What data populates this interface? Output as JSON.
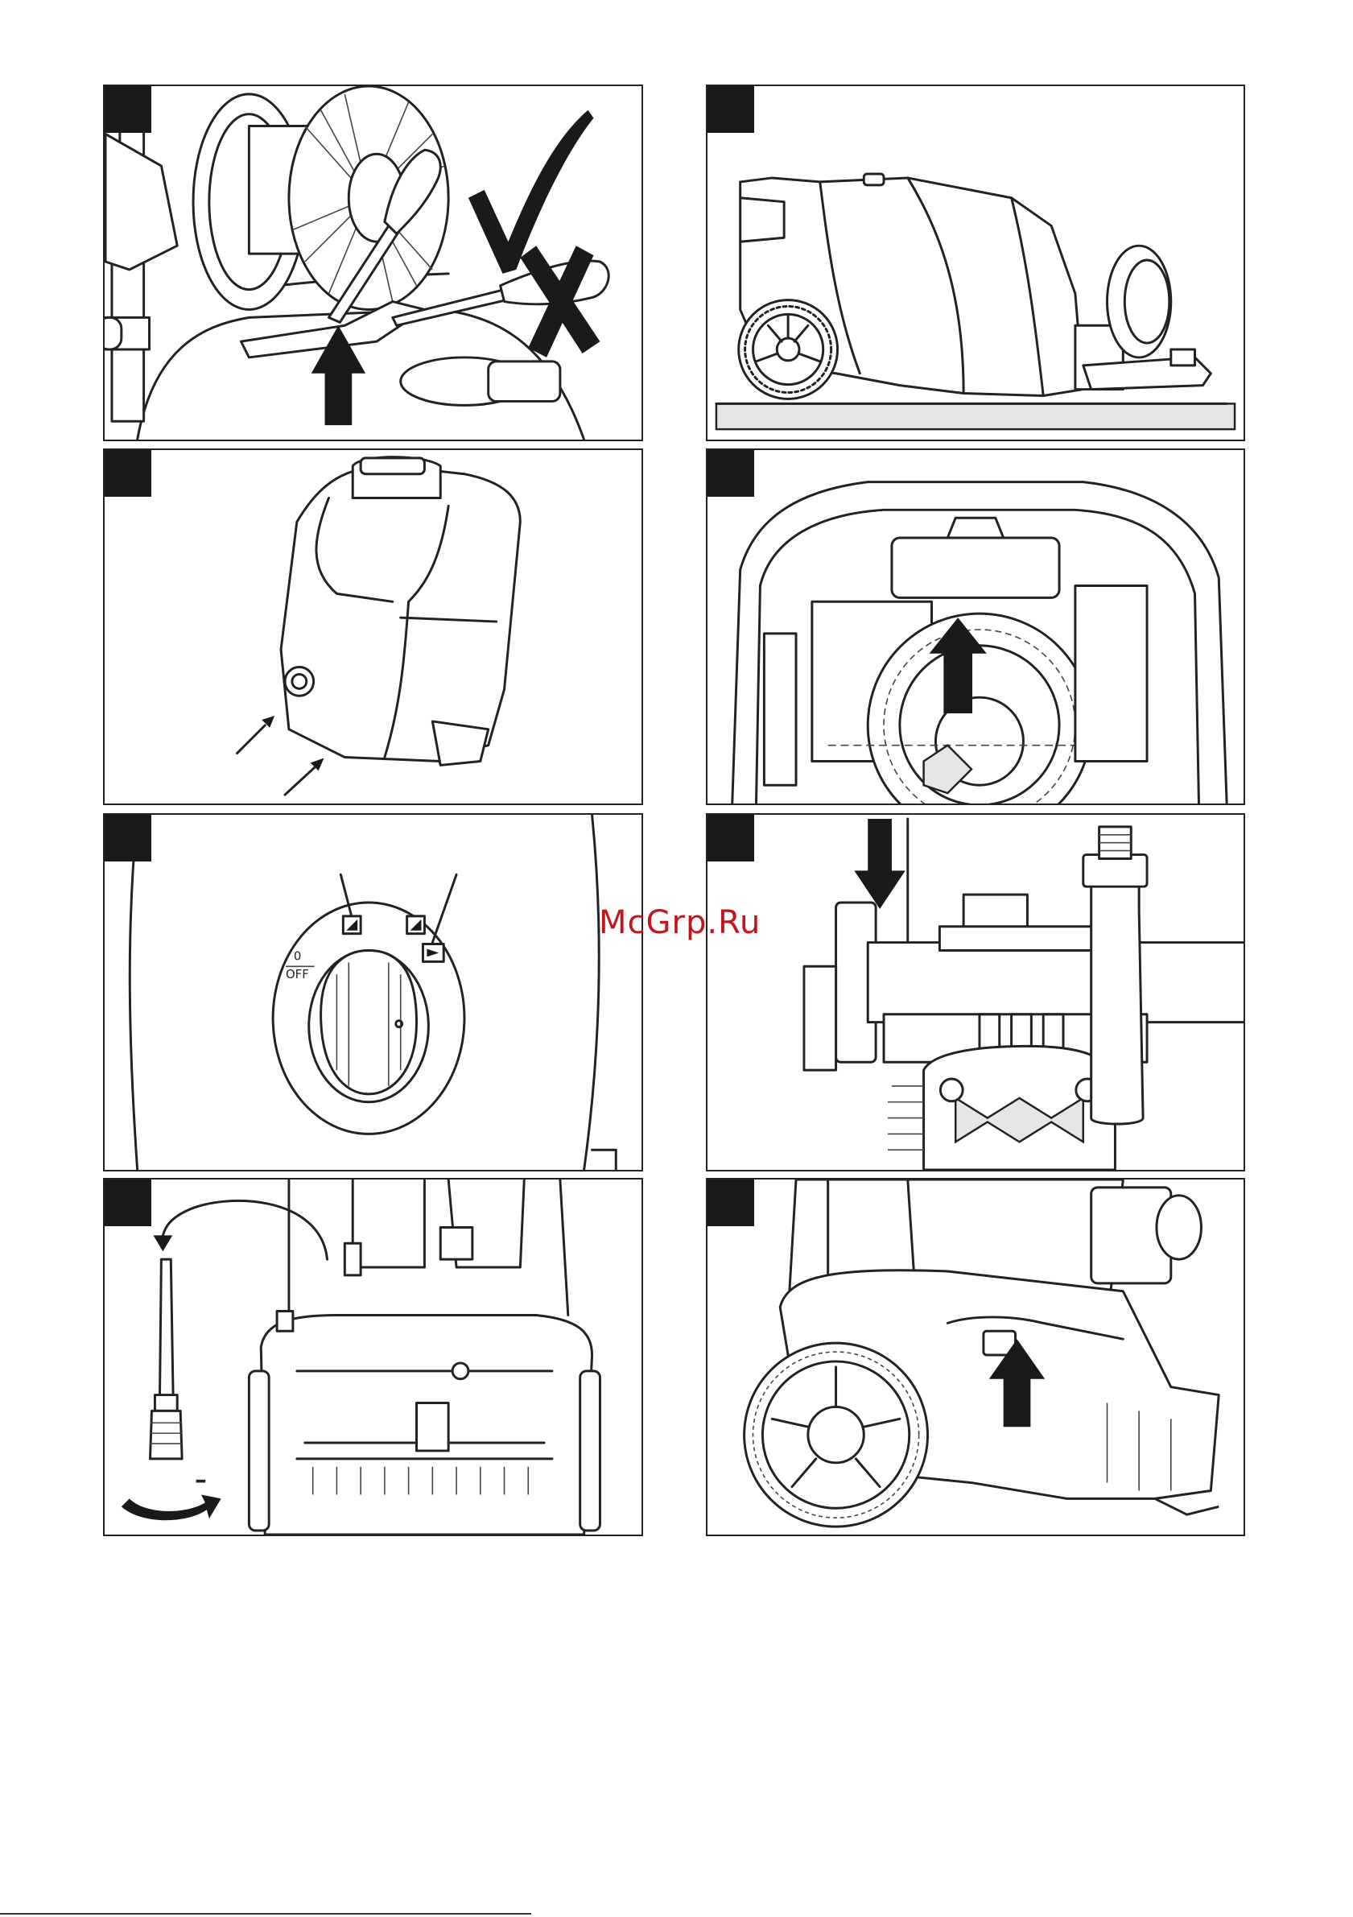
{
  "watermark": {
    "text": "McGrp.Ru",
    "color": "#c0161c"
  },
  "panels": [
    {
      "id": 1,
      "subject": "hose reel release with screwdriver",
      "icons": [
        "check-mark-icon",
        "cross-mark-icon",
        "up-arrow-icon"
      ]
    },
    {
      "id": 2,
      "subject": "machine side view on floor"
    },
    {
      "id": 3,
      "subject": "front cover with clip arrows",
      "icons": [
        "pointer-arrow-icon"
      ]
    },
    {
      "id": 4,
      "subject": "open housing, lift tank",
      "icons": [
        "up-arrow-icon"
      ]
    },
    {
      "id": 5,
      "subject": "selector dial",
      "off_number": "0",
      "off_text": "OFF"
    },
    {
      "id": 6,
      "subject": "pump unit with dipstick",
      "icons": [
        "down-arrow-icon"
      ]
    },
    {
      "id": 7,
      "subject": "filter removal",
      "minus_sign": "–",
      "icons": [
        "curved-arrow-icon",
        "rotate-arrow-icon"
      ]
    },
    {
      "id": 8,
      "subject": "rear wheel view",
      "icons": [
        "up-arrow-icon"
      ]
    }
  ],
  "colors": {
    "line": "#222222",
    "tab": "#1a1a1a",
    "ground": "#e6e6e6"
  }
}
